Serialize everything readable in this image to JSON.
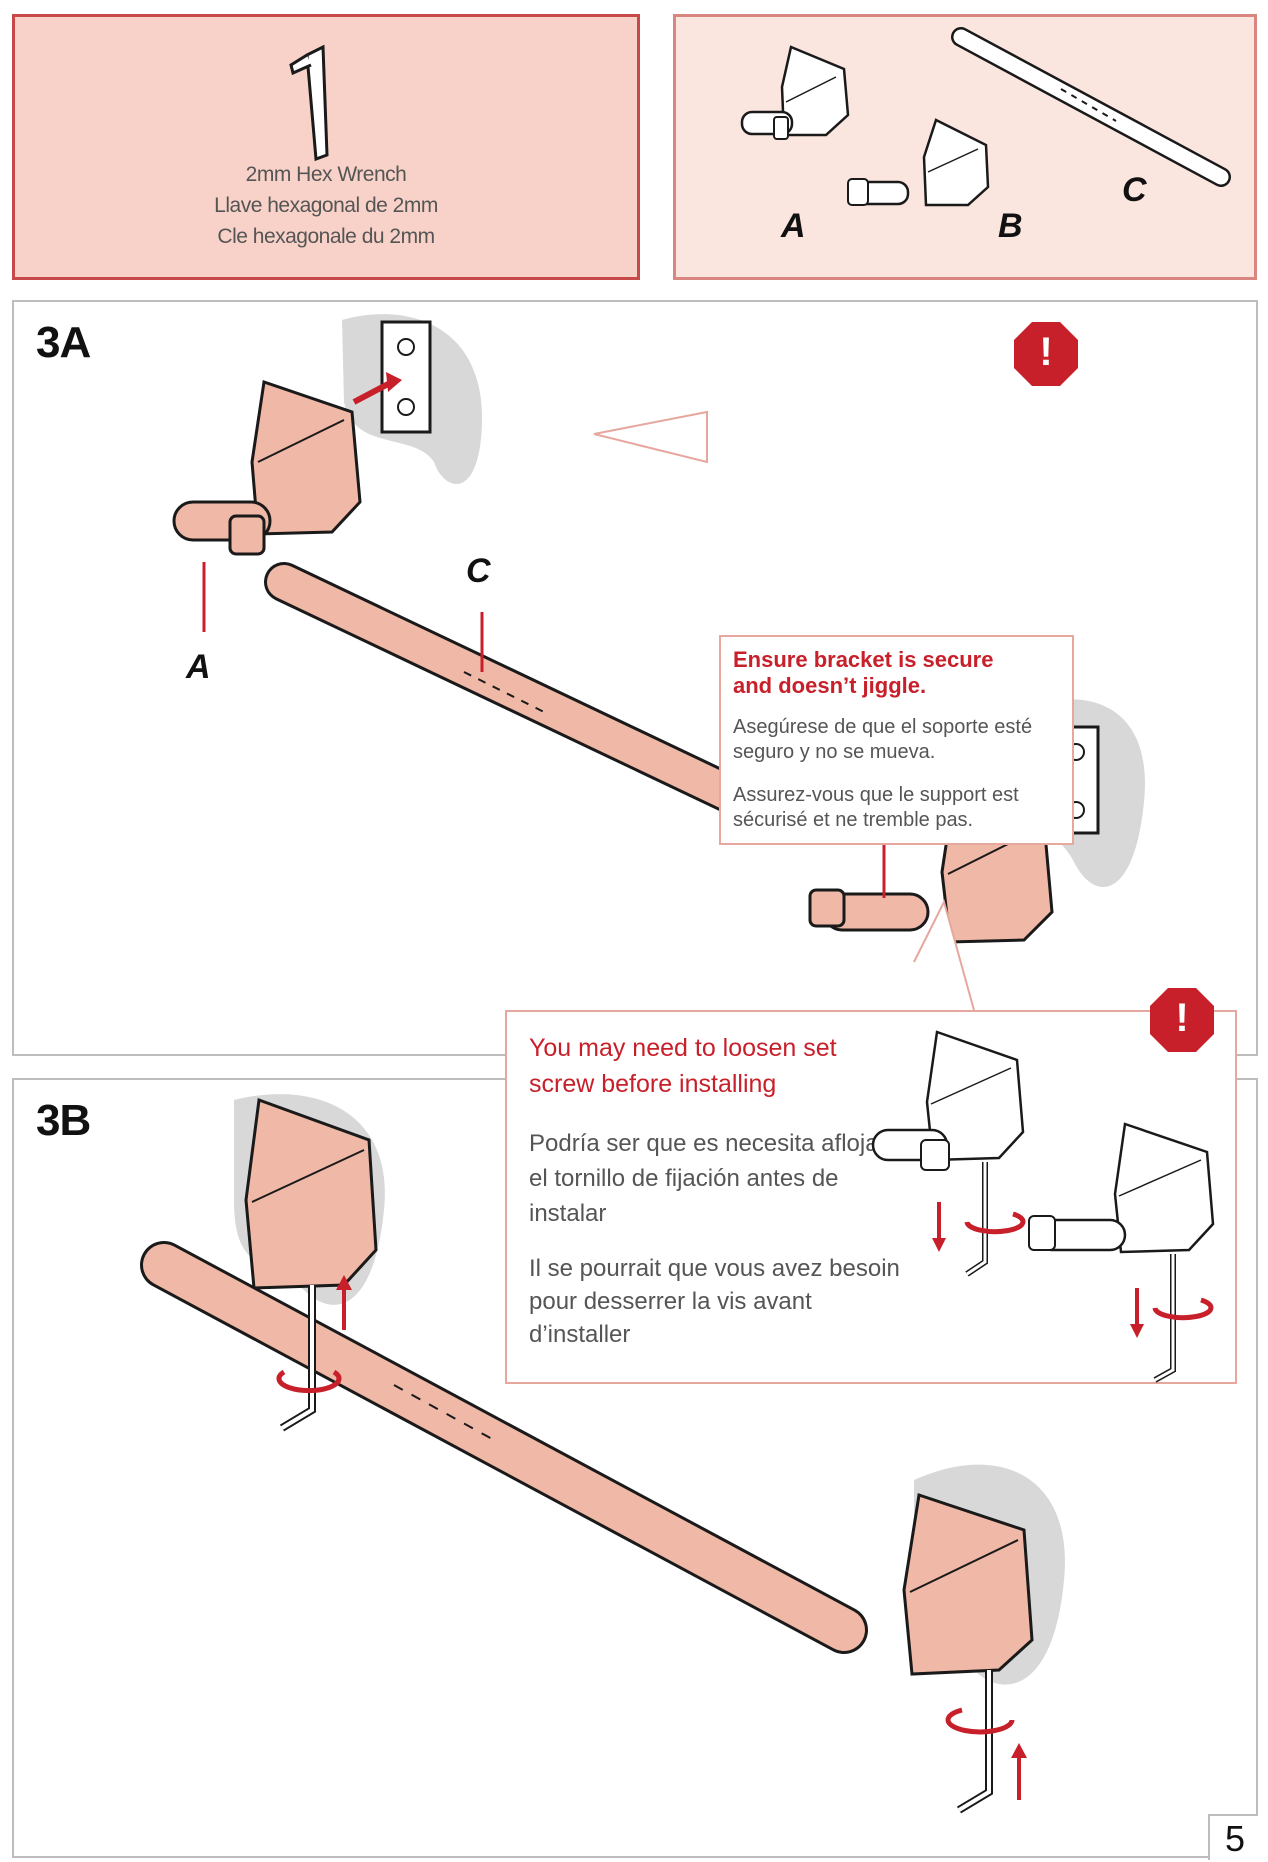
{
  "tool": {
    "count": "1",
    "lines": [
      "2mm Hex Wrench",
      "Llave hexagonal de 2mm",
      "Cle hexagonale du 2mm"
    ]
  },
  "parts": {
    "a": "A",
    "b": "B",
    "c": "C"
  },
  "step_3a": {
    "label": "3A",
    "callout": {
      "title": "Ensure bracket is secure and doesn’t jiggle.",
      "es": "Asegúrese de que el soporte esté seguro y no se mueva.",
      "fr": "Assurez-vous que le support est sécurisé et ne tremble pas."
    },
    "warning_glyph": "!"
  },
  "step_3b": {
    "label": "3B",
    "callout": {
      "title": "You may need to loosen set screw before installing",
      "es": "Podría ser que es necesita aflojar el tornillo de fijación antes de instalar",
      "fr": "Il se pourrait que vous avez besoin pour desserrer la vis avant d’installer"
    },
    "warning_glyph": "!"
  },
  "page_number": "5",
  "colors": {
    "accent_red": "#c8202a",
    "tool_box": "#f8d2c8",
    "parts_box": "#fbe5df",
    "copper": "#f0b8a6",
    "outline": "#1a1a1a"
  }
}
